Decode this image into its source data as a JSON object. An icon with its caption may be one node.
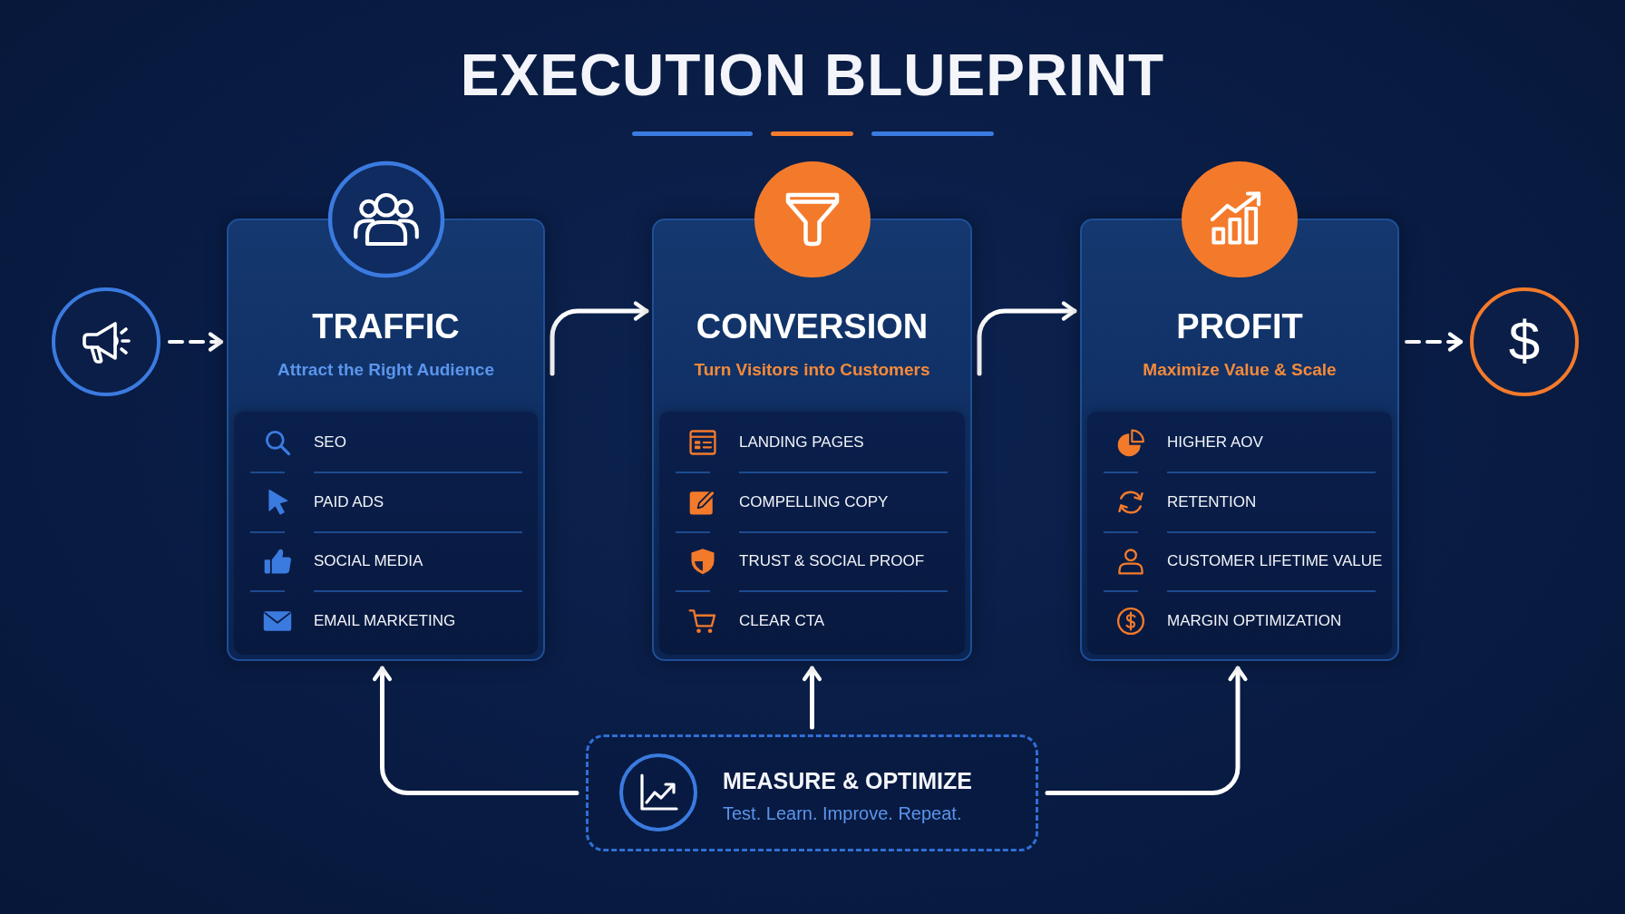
{
  "diagram": {
    "title": "EXECUTION BLUEPRINT",
    "nodes": [
      {
        "text": [],
        "shape": "circle"
      },
      {
        "text": [
          "TRAFFIC",
          "Attract the Right Audience"
        ]
      },
      {
        "text": [
          "SEO",
          "PAID ADS",
          "SOCIAL MEDIA",
          "EMAIL MARKETING"
        ],
        "in": 1
      },
      {
        "text": [
          "CONVERSION",
          "Turn Visitors into Customers"
        ]
      },
      {
        "text": [
          "LANDING PAGES",
          "COMPELLING COPY",
          "TRUST & SOCIAL PROOF",
          "CLEAR CTA"
        ],
        "in": 3
      },
      {
        "text": [
          "PROFIT",
          "Maximize Value & Scale"
        ]
      },
      {
        "text": [
          "HIGHER AOV",
          "RETENTION",
          "CUSTOMER LIFETIME VALUE",
          "MARGIN OPTIMIZATION"
        ],
        "in": 5
      },
      {
        "text": [
          "$"
        ]
      },
      {
        "text": [
          "MEASURE & OPTIMIZE",
          "Test. Learn. Improve. Repeat."
        ]
      }
    ],
    "edges": [
      {
        "from": 0,
        "to": 1,
        "arrow": "to",
        "style": "dashed"
      },
      {
        "from": 1,
        "to": 3,
        "arrow": "to"
      },
      {
        "from": 3,
        "to": 5,
        "arrow": "to"
      },
      {
        "from": 5,
        "to": 7,
        "arrow": "to",
        "style": "dashed"
      },
      {
        "from": 8,
        "to": 1,
        "arrow": "to"
      },
      {
        "from": 8,
        "to": 3,
        "arrow": "to"
      },
      {
        "from": 8,
        "to": 5,
        "arrow": "to"
      }
    ]
  }
}
